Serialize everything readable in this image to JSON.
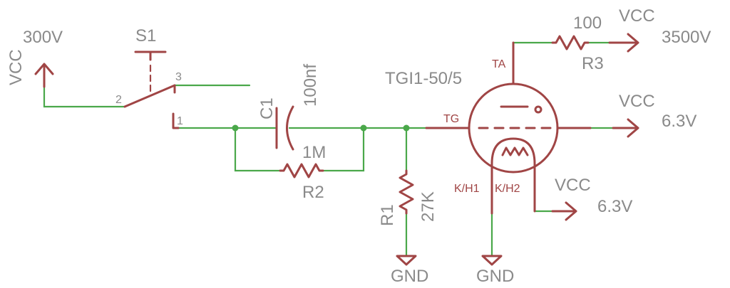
{
  "vcc_in": {
    "net": "VCC",
    "value": "300V"
  },
  "switch": {
    "name": "S1",
    "pins": [
      "2",
      "3",
      "1"
    ]
  },
  "capacitor": {
    "name": "C1",
    "value": "100nf"
  },
  "r2": {
    "name": "R2",
    "value": "1M"
  },
  "r1": {
    "name": "R1",
    "value": "27K"
  },
  "r3": {
    "name": "R3",
    "value": "100"
  },
  "tube": {
    "name": "TGI1-50/5",
    "pins": {
      "anode": "TA",
      "grid": "TG",
      "k1": "K/H1",
      "k2": "K/H2"
    }
  },
  "vcc_anode": {
    "net": "VCC",
    "value": "3500V"
  },
  "vcc_heater1": {
    "net": "VCC",
    "value": "6.3V"
  },
  "vcc_heater2": {
    "net": "VCC",
    "value": "6.3V"
  },
  "gnd": [
    "GND",
    "GND"
  ]
}
